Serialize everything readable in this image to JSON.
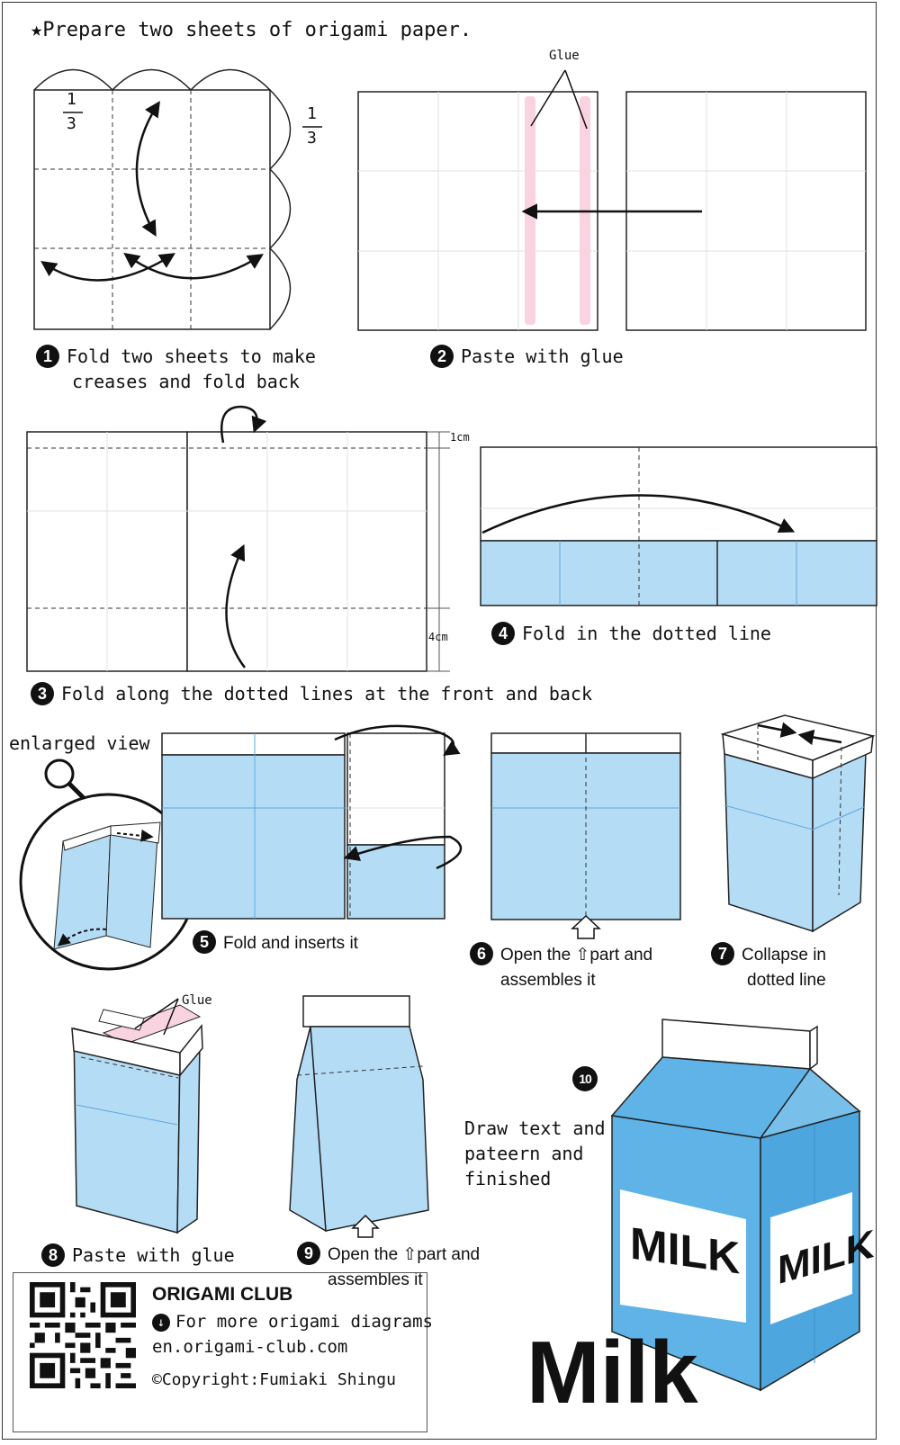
{
  "header": {
    "title": "★Prepare two sheets of origami paper."
  },
  "steps": [
    {
      "number": "1",
      "line1": "Fold two sheets to make",
      "line2": "creases and fold back"
    },
    {
      "number": "2",
      "line1": "Paste with glue"
    },
    {
      "number": "3",
      "line1": "Fold along the dotted lines at the front and back"
    },
    {
      "number": "4",
      "line1": "Fold in the dotted line"
    },
    {
      "number": "5",
      "line1": "Fold and inserts it"
    },
    {
      "number": "6",
      "line1": "Open the ⇧part and",
      "line2": "assembles it"
    },
    {
      "number": "7",
      "line1": "Collapse in",
      "line2": "dotted line"
    },
    {
      "number": "8",
      "line1": "Paste with glue"
    },
    {
      "number": "9",
      "line1": "Open the ⇧part and",
      "line2": "assembles it"
    },
    {
      "number": "10",
      "line1": "Draw text and",
      "line2": "pateern and",
      "line3": "finished"
    }
  ],
  "labels": {
    "fraction_num": "1",
    "fraction_den": "3",
    "glue": "Glue",
    "one_cm": "1cm",
    "four_cm": "4cm",
    "enlarged_view": "enlarged view",
    "milk_carton_text": "MILK"
  },
  "footer": {
    "club_name": "ORIGAMI CLUB",
    "more_text": "For more origami diagrams",
    "url": "en.origami-club.com",
    "copyright": "©Copyright:Fumiaki Shingu"
  },
  "final_title": "Milk",
  "colors": {
    "paper_blue": "#b5dcf5",
    "carton_blue": "#5fb3e6",
    "glue_pink": "#f9d3df",
    "crease_line": "#e2e2e2"
  }
}
